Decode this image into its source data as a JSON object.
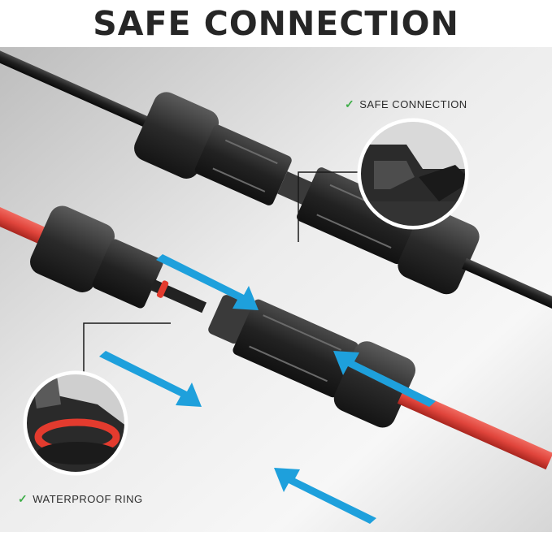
{
  "heading": "SAFE CONNECTION",
  "callouts": {
    "top": {
      "check_icon": "check-icon",
      "text": "SAFE CONNECTION"
    },
    "bottom": {
      "check_icon": "check-icon",
      "text": "WATERPROOF RING"
    }
  },
  "colors": {
    "background_light": "#f4f4f4",
    "background_dark": "#c9c9c9",
    "cable_black": "#1f1f1f",
    "cable_red": "#e0443b",
    "connector_body": "#2b2b2b",
    "arrow_blue": "#1ea0dc",
    "check_green": "#3fae49",
    "oring_red": "#e33b2e"
  }
}
